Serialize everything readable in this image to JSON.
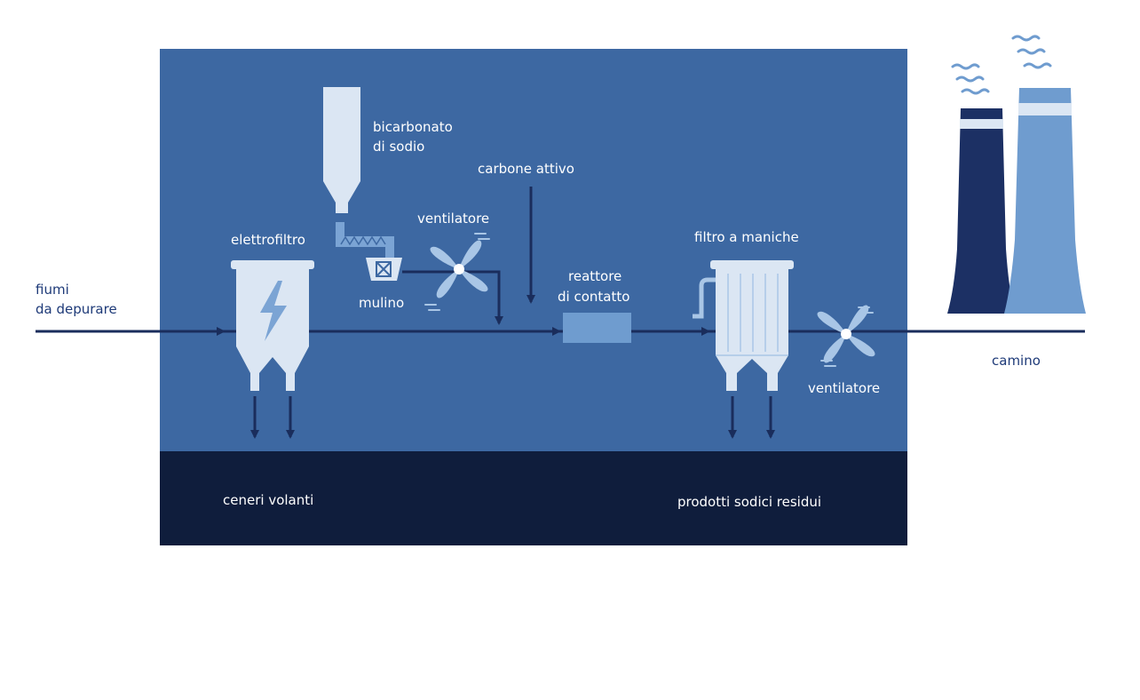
{
  "labels": {
    "inlet": [
      "fiumi",
      "da depurare"
    ],
    "bicarbonate": [
      "bicarbonato",
      "di sodio"
    ],
    "activated_carbon": "carbone attivo",
    "fan_left": "ventilatore",
    "electrofilter": "elettrofiltro",
    "mill": "mulino",
    "reactor": [
      "reattore",
      "di contatto"
    ],
    "bag_filter": "filtro a maniche",
    "fan_right": "ventilatore",
    "chimney": "camino",
    "fly_ash": "ceneri volanti",
    "residues": "prodotti sodici residui"
  },
  "colors": {
    "panel": "#3d68a2",
    "bottom_band": "#0f1d3c",
    "flow_line": "#1a2d5c",
    "equipment": "#dbe6f3",
    "equipment_mid": "#7ba4d4",
    "fan": "#a9c6e6",
    "chimney_dark": "#1c3064",
    "chimney_light": "#6f9ccf",
    "chimney_band": "#dbe6f3",
    "smoke": "#6f9ccf"
  },
  "icons": {
    "electrofilter": "lightning-bolt-icon",
    "fan": "fan-icon",
    "mill": "mill-icon",
    "smoke": "smoke-wave-icon"
  }
}
